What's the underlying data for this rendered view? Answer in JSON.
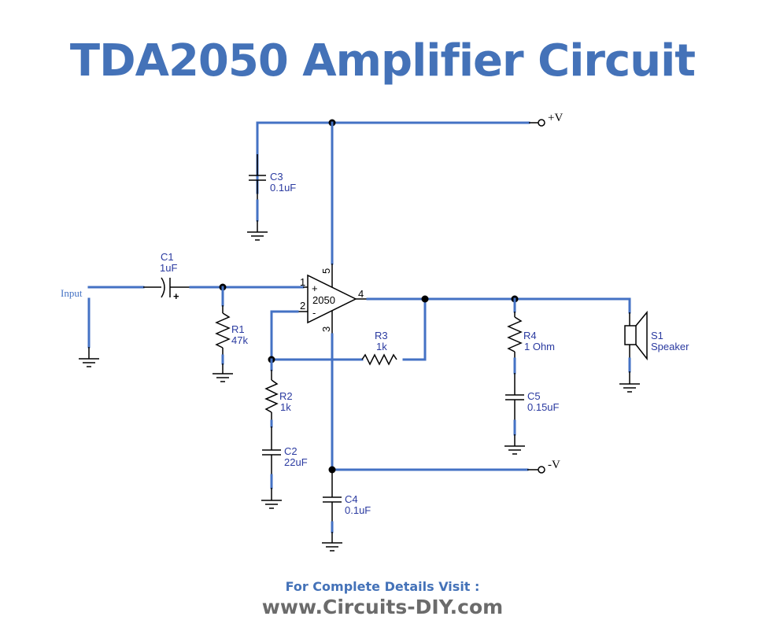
{
  "title": "TDA2050 Amplifier Circuit",
  "footer": {
    "line1": "For Complete Details Visit :",
    "line2": "www.Circuits-DIY.com"
  },
  "colors": {
    "title": "#4472b8",
    "wire": "#4472c4",
    "label": "#2a3aa0",
    "footer_url": "#6b6b6b"
  },
  "schematic": {
    "ic": {
      "name": "2050",
      "plus": "+",
      "minus": "-",
      "pins": {
        "p1": "1",
        "p2": "2",
        "p3": "3",
        "p4": "4",
        "p5": "5"
      }
    },
    "terminals": {
      "vpos": "+V",
      "vneg": "-V",
      "input": "Input"
    },
    "components": {
      "c1": {
        "ref": "C1",
        "value": "1uF",
        "polarity": "+"
      },
      "c2": {
        "ref": "C2",
        "value": "22uF"
      },
      "c3": {
        "ref": "C3",
        "value": "0.1uF"
      },
      "c4": {
        "ref": "C4",
        "value": "0.1uF"
      },
      "c5": {
        "ref": "C5",
        "value": "0.15uF"
      },
      "r1": {
        "ref": "R1",
        "value": "47k"
      },
      "r2": {
        "ref": "R2",
        "value": "1k"
      },
      "r3": {
        "ref": "R3",
        "value": "1k"
      },
      "r4": {
        "ref": "R4",
        "value": "1 Ohm"
      },
      "s1": {
        "ref": "S1",
        "value": "Speaker"
      }
    }
  }
}
